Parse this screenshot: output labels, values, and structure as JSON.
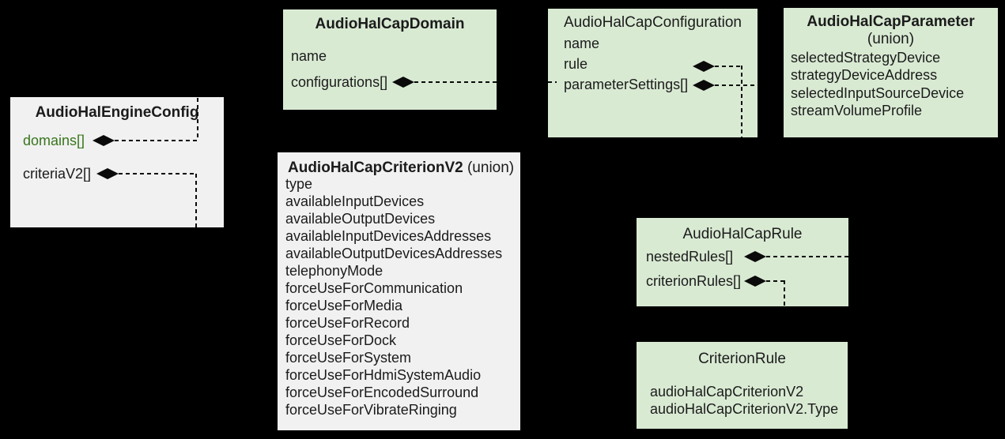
{
  "colors": {
    "background": "#000000",
    "box_green": "#d9ead3",
    "box_gray": "#f1f1f1",
    "field_green_text": "#38761d",
    "connector": "#0a0a0a"
  },
  "boxes": {
    "engine": {
      "title": "AudioHalEngineConfig",
      "field_domains": "domains[]",
      "field_criteria": "criteriaV2[]"
    },
    "domain": {
      "title": "AudioHalCapDomain",
      "field_name": "name",
      "field_configurations": "configurations[]"
    },
    "configuration": {
      "title": "AudioHalCapConfiguration",
      "field_name": "name",
      "field_rule": "rule",
      "field_parameter_settings": "parameterSettings[]"
    },
    "parameter": {
      "title": "AudioHalCapParameter",
      "subtitle": "(union)",
      "fields": [
        "selectedStrategyDevice",
        "strategyDeviceAddress",
        "selectedInputSourceDevice",
        "streamVolumeProfile"
      ]
    },
    "criterion": {
      "title": "AudioHalCapCriterionV2",
      "title_suffix": "(union)",
      "fields": [
        "type",
        "availableInputDevices",
        "availableOutputDevices",
        "availableInputDevicesAddresses",
        "availableOutputDevicesAddresses",
        "telephonyMode",
        "forceUseForCommunication",
        "forceUseForMedia",
        "forceUseForRecord",
        "forceUseForDock",
        "forceUseForSystem",
        "forceUseForHdmiSystemAudio",
        "forceUseForEncodedSurround",
        "forceUseForVibrateRinging"
      ]
    },
    "rule": {
      "title": "AudioHalCapRule",
      "field_nested": "nestedRules[]",
      "field_criterion_rules": "criterionRules[]"
    },
    "criterion_rule": {
      "title": "CriterionRule",
      "fields": [
        "audioHalCapCriterionV2",
        "audioHalCapCriterionV2.Type"
      ]
    }
  }
}
